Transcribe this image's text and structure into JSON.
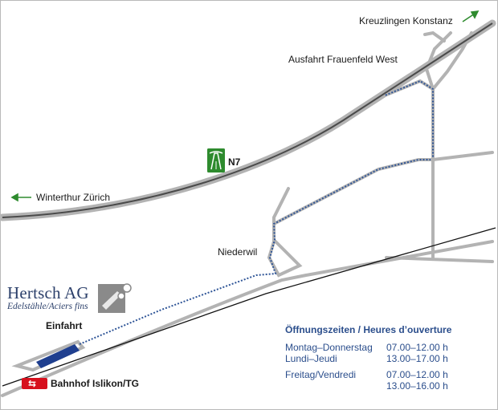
{
  "labels": {
    "kreuzlingen": "Kreuzlingen Konstanz",
    "ausfahrt": "Ausfahrt Frauenfeld West",
    "motorway": "N7",
    "winterthur": "Winterthur Zürich",
    "niederwil": "Niederwil",
    "einfahrt": "Einfahrt",
    "station": "Bahnhof Islikon/TG"
  },
  "company": {
    "name": "Hertsch AG",
    "tagline": "Edelstähle/Aciers fins"
  },
  "hours": {
    "title": "Öffnungszeiten / Heures d’ouverture",
    "groups": [
      {
        "rows": [
          {
            "day": "Montag–Donnerstag",
            "time": "07.00–12.00 h"
          },
          {
            "day": "Lundi–Jeudi",
            "time": "13.00–17.00 h"
          }
        ]
      },
      {
        "rows": [
          {
            "day": "Freitag/Vendredi",
            "time": "07.00–12.00 h"
          },
          {
            "day": "",
            "time": "13.00–16.00 h"
          }
        ]
      }
    ]
  },
  "colors": {
    "road": "#b3b3b3",
    "motorway_center": "#4a4a4a",
    "rail": "#111111",
    "route": "#2f5597",
    "arrow": "#2e8b2e",
    "motorway_sign": "#2e8b2e",
    "text_blue": "#2b4e8c",
    "sbb_red": "#d7101d"
  }
}
